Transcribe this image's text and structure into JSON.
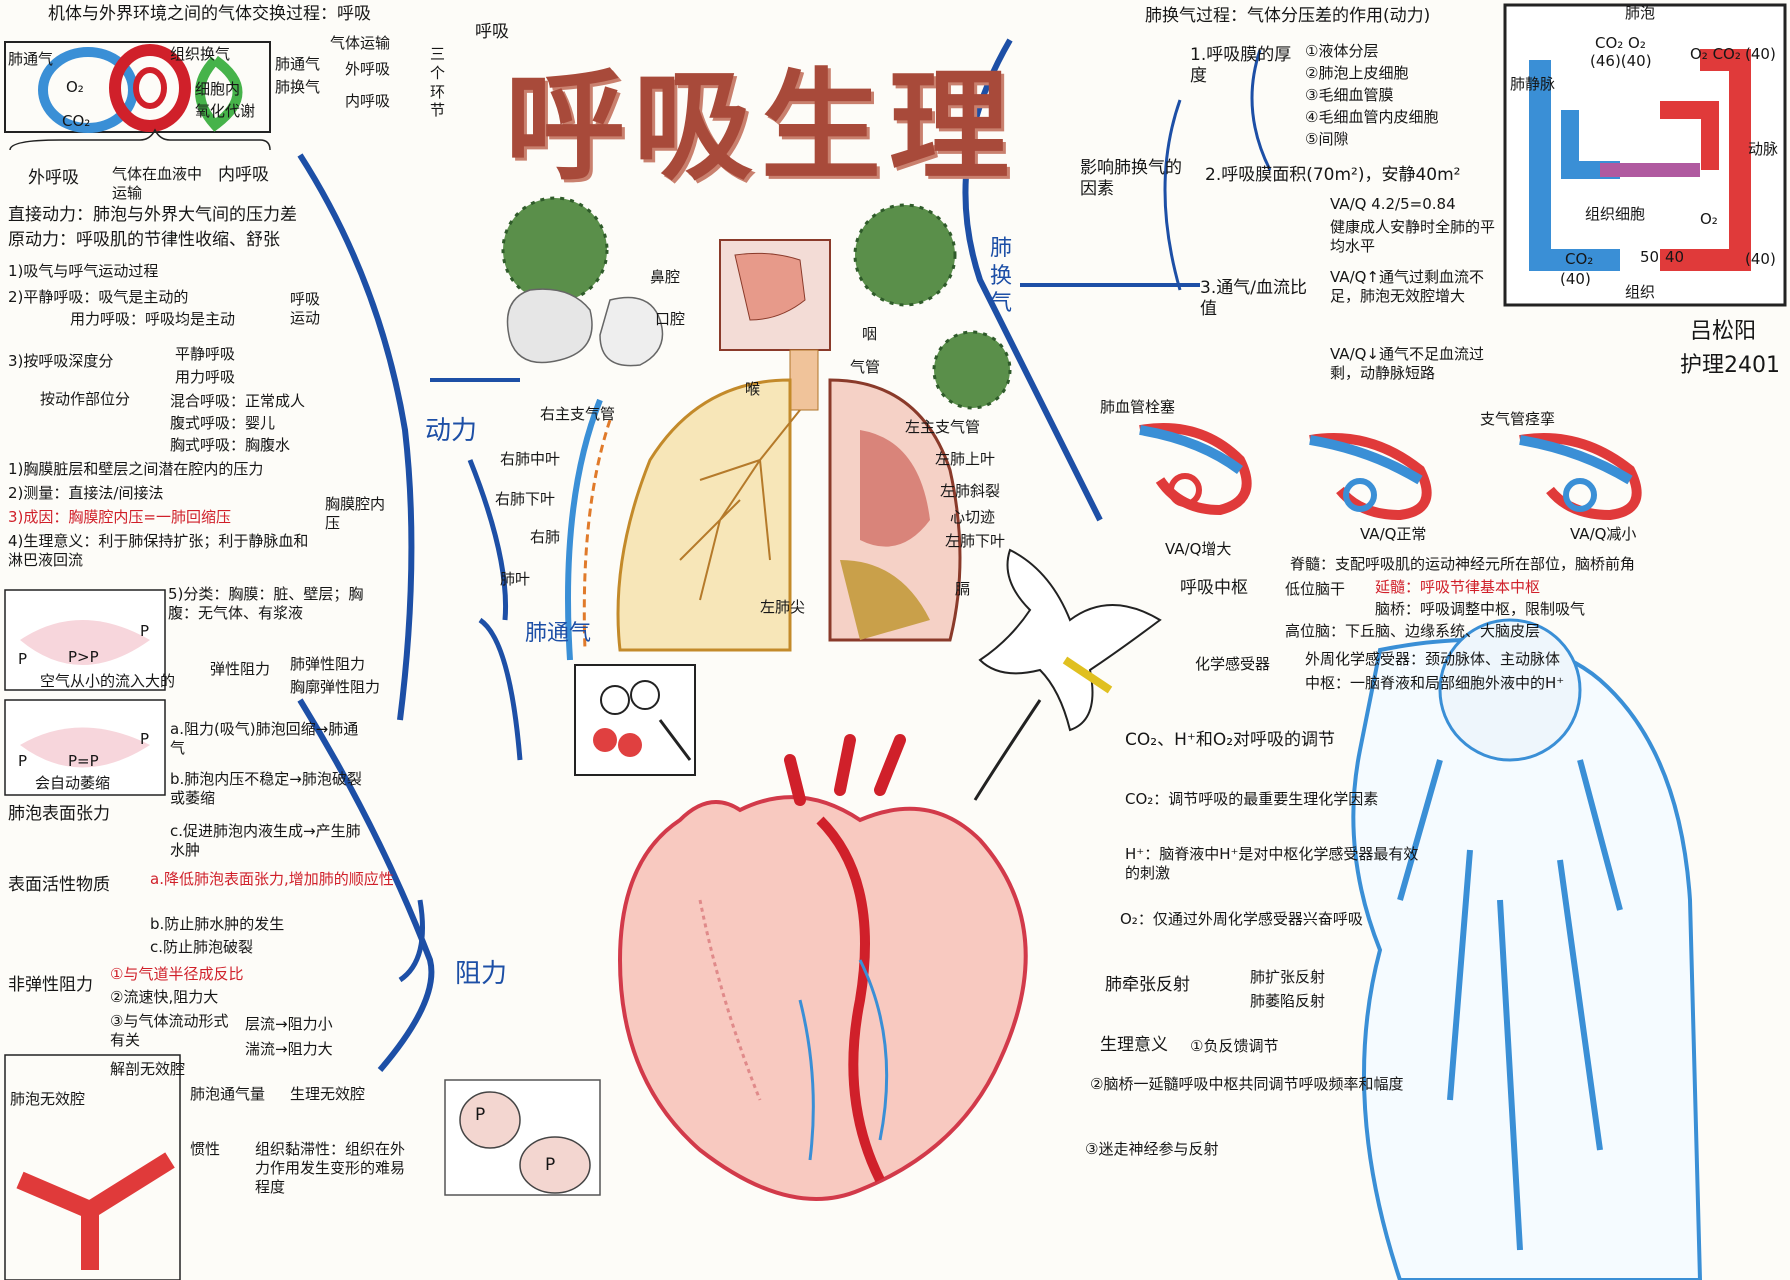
{
  "title": "呼吸生理",
  "author": {
    "name": "吕松阳",
    "class": "护理2401"
  },
  "colors": {
    "branch_blue": "#1d4fa6",
    "title_brown": "#a84a3a",
    "accent_red": "#d0202a",
    "vessel_blue": "#3a8fd6"
  },
  "top_left": {
    "process": "机体与外界环境之间的气体交换过程：呼吸",
    "huxi": "呼吸",
    "steps": [
      "肺通气",
      "肺换气",
      "气体运输",
      "外呼吸",
      "内呼吸",
      "三个环节"
    ],
    "diagram_labels": [
      "肺通气",
      "O₂",
      "CO₂",
      "组织换气",
      "细胞内",
      "氧化代谢"
    ],
    "bottom_labels": [
      "外呼吸",
      "气体在血液中运输",
      "内呼吸"
    ]
  },
  "dongli": {
    "branch": "动力",
    "lines": [
      "直接动力：肺泡与外界大气间的压力差",
      "原动力：呼吸肌的节律性收缩、舒张",
      "1)吸气与呼气运动过程",
      "2)平静呼吸：吸气是主动的",
      "用力呼吸：呼吸均是主动",
      "3)按呼吸深度分",
      "按动作部位分",
      "平静呼吸",
      "用力呼吸",
      "混合呼吸：正常成人",
      "腹式呼吸：婴儿",
      "胸式呼吸：胸腹水",
      "呼吸运动",
      "1)胸膜脏层和壁层之间潜在腔内的压力",
      "2)测量：直接法/间接法",
      "3)成因：胸膜腔内压=一肺回缩压",
      "4)生理意义：利于肺保持扩张；利于静脉血和淋巴液回流",
      "胸膜腔内压",
      "5)分类：胸膜：脏、壁层；胸腹：无气体、有浆液"
    ]
  },
  "zuli": {
    "branch": "阻力",
    "lines": [
      "弹性阻力",
      "肺弹性阻力",
      "胸廓弹性阻力",
      "a.阻力(吸气)肺泡回缩→肺通气",
      "b.肺泡内压不稳定→肺泡破裂或萎缩",
      "c.促进肺泡内液生成→产生肺水肿",
      "肺泡表面张力",
      "表面活性物质",
      "a.降低肺泡表面张力,增加肺的顺应性",
      "b.防止肺水肿的发生",
      "c.防止肺泡破裂",
      "非弹性阻力",
      "①与气道半径成反比",
      "②流速快,阻力大",
      "③与气体流动形式有关",
      "层流→阻力小",
      "湍流→阻力大",
      "肺泡通气量",
      "解剖无效腔",
      "肺泡无效腔",
      "生理无效腔",
      "惯性",
      "组织黏滞性：组织在外力作用发生变形的难易程度"
    ]
  },
  "anatomy": {
    "labels": [
      "鼻腔",
      "口腔",
      "咽",
      "喉",
      "气管",
      "左主支气管",
      "左肺上叶",
      "左肺斜裂",
      "心切迹",
      "左肺下叶",
      "膈",
      "左肺尖",
      "右主支气管",
      "右肺中叶",
      "右肺下叶",
      "右肺",
      "肺叶",
      "肺通气"
    ],
    "alveoli_labels": [
      "P",
      "P"
    ],
    "pressure_labels": [
      "P",
      "P>P",
      "P",
      "P",
      "P=P",
      "P",
      "空气从小的流入大的",
      "会自动萎缩"
    ]
  },
  "huanqi": {
    "branch": "肺换气",
    "process": "肺换气过程：气体分压差的作用(动力)",
    "factors": "影响肺换气的因素",
    "thickness_title": "1.呼吸膜的厚度",
    "thickness_items": [
      "①液体分层",
      "②肺泡上皮细胞",
      "③毛细血管膜",
      "④毛细血管内皮细胞",
      "⑤间隙"
    ],
    "area": "2.呼吸膜面积(70m²)，安静40m²",
    "va_q_title": "3.通气/血流比值",
    "va_q_lines": [
      "VA/Q 4.2/5=0.84",
      "健康成人安静时全肺的平均水平",
      "VA/Q↑通气过剩血流不足，肺泡无效腔增大",
      "VA/Q↓通气不足血流过剩，动静脉短路"
    ],
    "blood_labels": [
      "肺泡",
      "CO₂ O₂",
      "(46)(40)",
      "O₂ CO₂",
      "(40)",
      "肺静脉",
      "动脉",
      "组织细胞",
      "CO₂",
      "(40)",
      "O₂",
      "(40)",
      "50",
      "40",
      "组织"
    ],
    "va_images": [
      "肺血管栓塞",
      "VA/Q增大",
      "VA/Q正常",
      "VA/Q减小",
      "支气管痉挛"
    ]
  },
  "regulation": {
    "center_title": "呼吸中枢",
    "center_lines": [
      "脊髓：支配呼吸肌的运动神经元所在部位，脑桥前角",
      "低位脑干",
      "延髓：呼吸节律基本中枢",
      "脑桥：呼吸调整中枢，限制吸气",
      "高位脑：下丘脑、边缘系统、大脑皮层",
      "化学感受器",
      "外周化学感受器：颈动脉体、主动脉体",
      "中枢：一脑脊液和局部细胞外液中的H⁺"
    ],
    "chem_title": "CO₂、H⁺和O₂对呼吸的调节",
    "co2": "CO₂：调节呼吸的最重要生理化学因素",
    "h": "H⁺：脑脊液中H⁺是对中枢化学感受器最有效的刺激",
    "o2": "O₂：仅通过外周化学感受器兴奋呼吸",
    "reflex": "肺牵张反射",
    "reflex_items": [
      "肺扩张反射",
      "肺萎陷反射"
    ],
    "meaning_title": "生理意义",
    "meaning_items": [
      "①负反馈调节",
      "②脑桥一延髓呼吸中枢共同调节呼吸频率和幅度",
      "③迷走神经参与反射"
    ]
  }
}
